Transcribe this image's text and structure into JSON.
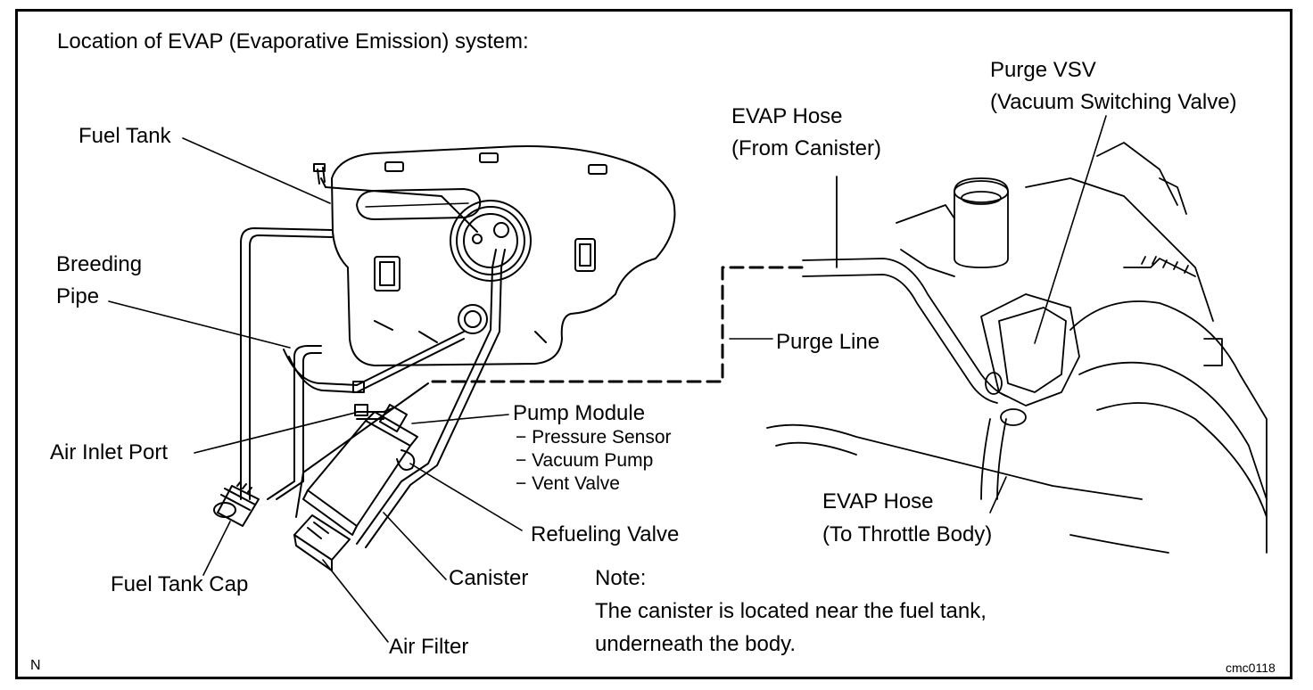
{
  "diagram": {
    "title": "Location of EVAP (Evaporative Emission) system:",
    "labels": {
      "fuel_tank": "Fuel Tank",
      "breeding_pipe_1": "Breeding",
      "breeding_pipe_2": "Pipe",
      "air_inlet_port": "Air Inlet Port",
      "fuel_tank_cap": "Fuel Tank Cap",
      "air_filter": "Air Filter",
      "canister": "Canister",
      "refueling_valve": "Refueling Valve",
      "pump_module": "Pump Module",
      "pump_module_items": [
        "− Pressure Sensor",
        "− Vacuum Pump",
        "− Vent Valve"
      ],
      "purge_line": "Purge Line",
      "evap_hose_from_1": "EVAP Hose",
      "evap_hose_from_2": "(From Canister)",
      "purge_vsv_1": "Purge VSV",
      "purge_vsv_2": "(Vacuum Switching Valve)",
      "evap_hose_to_1": "EVAP Hose",
      "evap_hose_to_2": "(To Throttle Body)"
    },
    "note": {
      "heading": "Note:",
      "line1": "The canister is located near the fuel tank,",
      "line2": "underneath the body."
    },
    "corner_left": "N",
    "corner_right": "cmc0118"
  },
  "colors": {
    "ink": "#000000",
    "paper": "#ffffff"
  }
}
